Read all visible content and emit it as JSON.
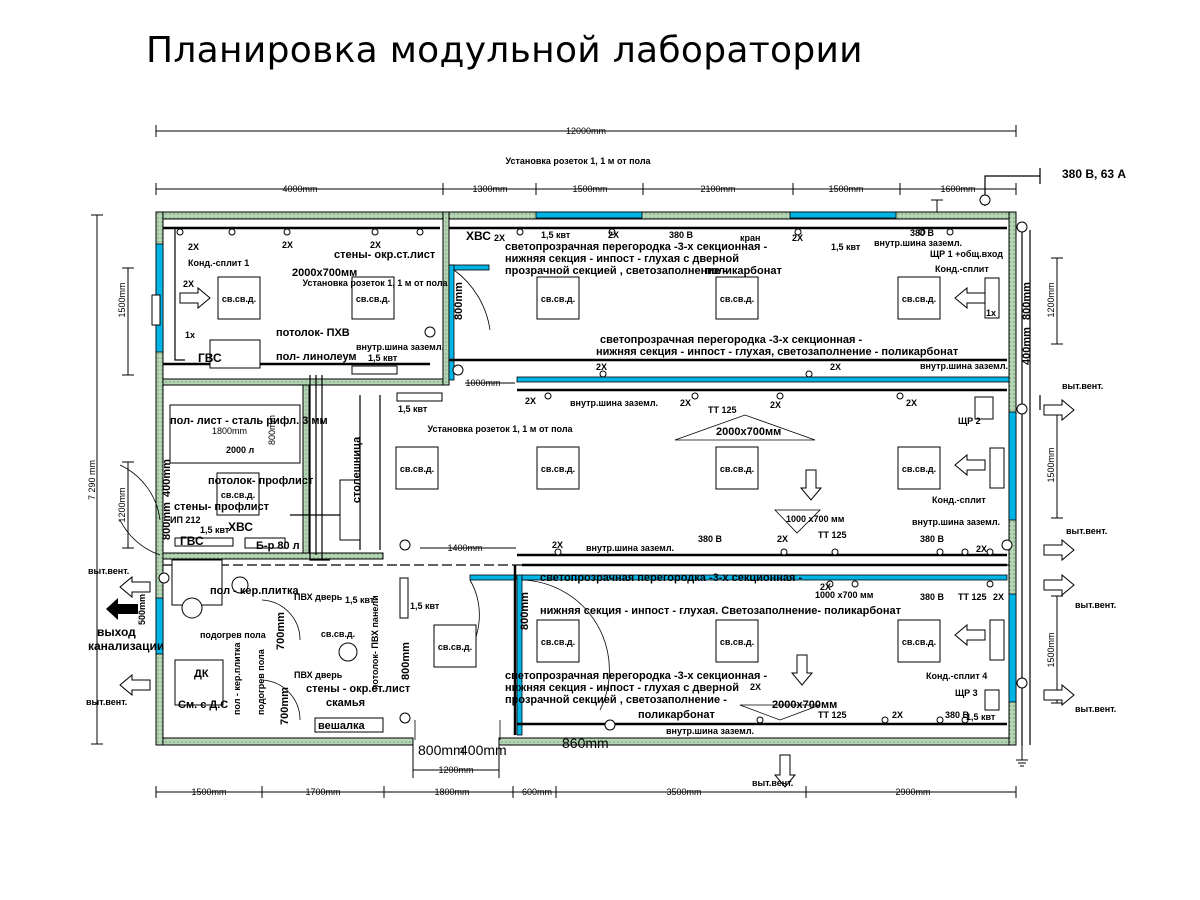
{
  "title": "Планировка модульной лаборатории",
  "dimensions": {
    "overall": "12000mm",
    "top": [
      "4000mm",
      "1300mm",
      "1500mm",
      "2100mm",
      "1500mm",
      "1600mm"
    ],
    "bottom": [
      "1500mm",
      "1700mm",
      "1800mm",
      "600mm",
      "3500mm",
      "2900mm"
    ],
    "height": "7 290 mm",
    "left_top": "1500mm",
    "left_mid": "1200mm",
    "right_top": "1200mm",
    "right_mid": "1500mm",
    "right_bot": "1500mm",
    "entrance_1200": "1200mm",
    "entrance_800": "800mm",
    "entrance_400": "400mm",
    "d_860": "860mm",
    "d_1000": "1000mm",
    "d_1400": "1400mm",
    "d_1800": "1800mm",
    "d_800_small": "800mm",
    "d_500": "500mm",
    "door_800_a": "800mm",
    "door_800_b": "800mm",
    "door_800_c": "800mm",
    "door_800_d": "800mm",
    "door_400": "400mm",
    "door_700": "700mm",
    "door_700b": "700mm"
  },
  "power": {
    "supply": "380 В, 63 А",
    "shr1": "ЩР 1 +общ.вход",
    "shr2": "ЩР 2",
    "shr3": "ЩР 3",
    "v380": "380 В",
    "kw15": "1,5 квт",
    "tt125": "ТТ 125",
    "x2": "2Х",
    "x1": "1х",
    "ground": "внутр.шина заземл.",
    "sockets": "Установка розеток 1, 1 м от пола",
    "kran": "кран"
  },
  "labels": {
    "svsvd": "св.св.д.",
    "cond_split": "Конд.-сплит",
    "cond_split1": "Конд.-сплит 1",
    "cond_split4": "Конд.-сплит 4",
    "walls_steel": "стены- окр.ст.лист",
    "khvs": "ХВС",
    "gvs": "ГВС",
    "ceiling_pvc": "потолок- ПХВ",
    "floor_lino": "пол- линолеум",
    "partition1": "светопрозрачная перегородка -3-х секционная -",
    "partition1b": "нижняя секция - инпост - глухая с дверной",
    "partition1c": "прозрачной секцией , светозаполнение -",
    "partition1d": "поликарбонат",
    "partition2": "светопрозрачная перегородка -3-х секционная -",
    "partition2b": "нижняя секция - инпост - глухая, светозаполнение - поликарбонат",
    "partition3": "светопрозрачная перегородка -3-х секционная -",
    "partition3b": "нижняя секция - инпост - глухая. Светозаполнение- поликарбонат",
    "partition4": "светопрозрачная перегородка -3-х секционная -",
    "partition4b": "нижняя секция - инпост - глухая с дверной",
    "partition4c": "прозрачной секцией , светозаполнение -",
    "partition4d": "поликарбонат",
    "door2000": "2000х700мм",
    "door2000b": "2000х700мм",
    "door2000c": "2000х700мм",
    "door1000": "1000 х700 мм",
    "door1000b": "1000 х700 мм",
    "floor_steel": "пол- лист - сталь рифл. 3 мм",
    "tank2000": "2000 л",
    "ceiling_profile": "потолок- профлист",
    "walls_profile": "стены- профлист",
    "ip212": "ИП 212",
    "boiler": "Б-р 80 л",
    "countertop": "столешница",
    "floor_tile": "пол - кер.плитка",
    "heated_floor": "подогрев пола",
    "pvc_door": "ПВХ дверь",
    "ceiling_pvc_panel": "потолок- ПВХ панели",
    "walls_steel2": "стены - окр.ст.лист",
    "bench": "скамья",
    "hanger": "вешалка",
    "dk": "ДК",
    "shower": "См. с Д.С",
    "vent": "выт.вент.",
    "exit": "выход",
    "sewage": "канализации"
  },
  "colors": {
    "wall_fill": "#b5d6b5",
    "glass": "#00b4e6",
    "line": "#000000"
  }
}
